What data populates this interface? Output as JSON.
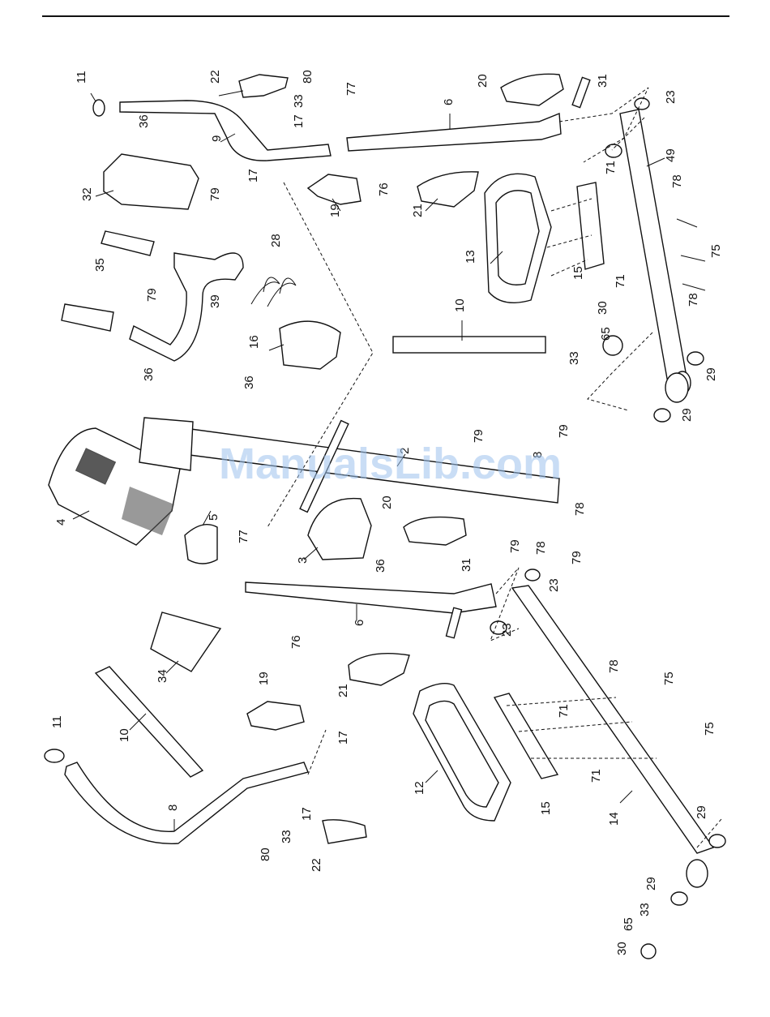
{
  "watermark": "ManualsLib.com",
  "part_numbers": [
    "11",
    "22",
    "80",
    "33",
    "17",
    "77",
    "20",
    "31",
    "23",
    "6",
    "9",
    "36",
    "32",
    "79",
    "17",
    "19",
    "76",
    "21",
    "49",
    "71",
    "78",
    "13",
    "75",
    "28",
    "35",
    "15",
    "71",
    "78",
    "79",
    "39",
    "10",
    "30",
    "65",
    "33",
    "16",
    "29",
    "29",
    "36",
    "36",
    "2",
    "79",
    "8",
    "79",
    "4",
    "5",
    "20",
    "78",
    "77",
    "3",
    "36",
    "79",
    "78",
    "79",
    "31",
    "23",
    "6",
    "76",
    "23",
    "34",
    "21",
    "19",
    "78",
    "75",
    "71",
    "11",
    "10",
    "75",
    "17",
    "8",
    "12",
    "15",
    "71",
    "14",
    "17",
    "33",
    "80",
    "22",
    "29",
    "29",
    "33",
    "65",
    "30"
  ]
}
